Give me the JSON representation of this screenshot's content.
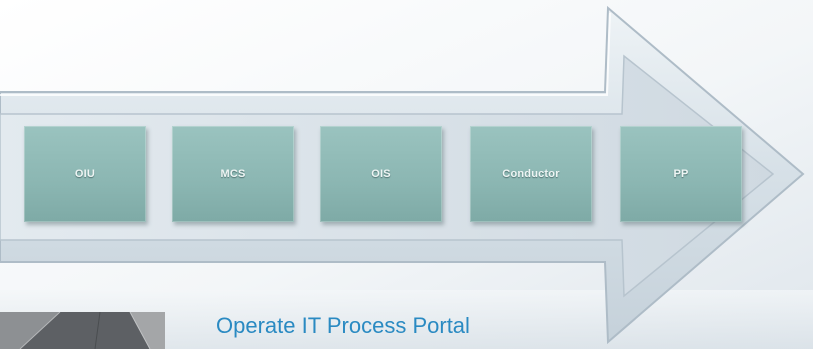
{
  "diagram": {
    "steps": [
      {
        "label": "OIU"
      },
      {
        "label": "MCS"
      },
      {
        "label": "OIS"
      },
      {
        "label": "Conductor"
      },
      {
        "label": "PP"
      }
    ]
  },
  "footer": {
    "title": "Operate IT Process Portal"
  },
  "colors": {
    "box_fill": "#8bb6b2",
    "arrow_fill": "#dde6ec",
    "title_color": "#2a8ac2"
  }
}
